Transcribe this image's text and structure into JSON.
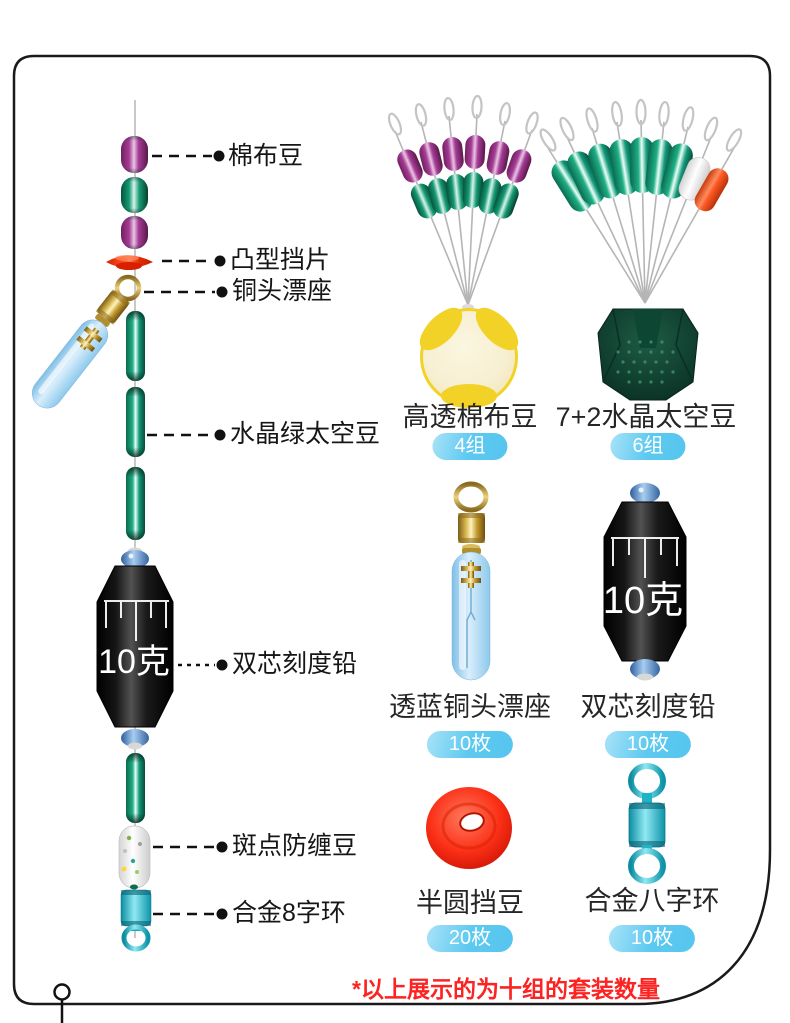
{
  "rig": {
    "labels": [
      {
        "text": "棉布豆"
      },
      {
        "text": "凸型挡片"
      },
      {
        "text": "铜头漂座"
      },
      {
        "text": "水晶绿太空豆"
      },
      {
        "text": "双芯刻度铅"
      },
      {
        "text": "斑点防缠豆"
      },
      {
        "text": "合金8字环"
      }
    ],
    "lead_weight_text": "10克"
  },
  "products": [
    {
      "name": "高透棉布豆",
      "qty": "4组",
      "icon": "cotton-bean-fan-icon"
    },
    {
      "name": "7+2水晶太空豆",
      "qty": "6组",
      "icon": "space-bean-fan-icon"
    },
    {
      "name": "透蓝铜头漂座",
      "qty": "10枚",
      "icon": "float-seat-icon"
    },
    {
      "name": "双芯刻度铅",
      "qty": "10枚",
      "icon": "lead-weight-icon",
      "item_text": "10克"
    },
    {
      "name": "半圆挡豆",
      "qty": "20枚",
      "icon": "half-round-stopper-icon"
    },
    {
      "name": "合金八字环",
      "qty": "10枚",
      "icon": "figure8-swivel-icon"
    }
  ],
  "footnote": {
    "text": "*以上展示的为十组的套装数量"
  },
  "colors": {
    "badge_blue": "#5bc9f1",
    "footnote_red": "#fb2423",
    "bead_green": "#12916d",
    "bead_purple": "#a03292",
    "stopper_red": "#ff2f00",
    "gold": "#c9a23a",
    "float_blue": "#a9d9f3",
    "ring_teal": "#2ac4d8",
    "ball_yellow": "#f2d226",
    "pot_green": "#0f3a2c",
    "lead_black": "#111111"
  }
}
